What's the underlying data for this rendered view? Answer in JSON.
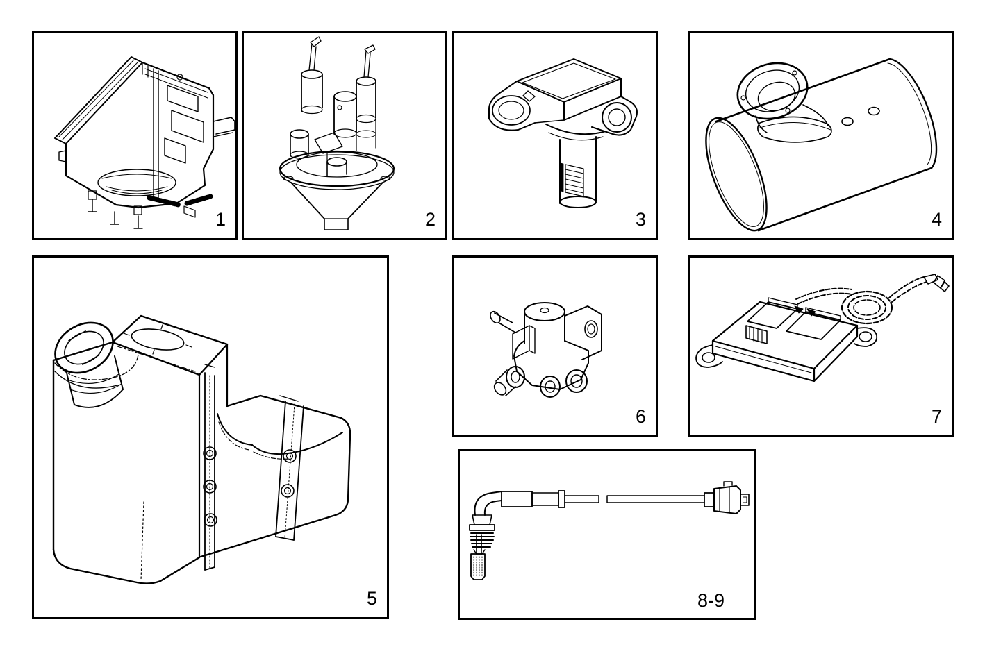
{
  "page": {
    "background": "#ffffff",
    "line_color": "#000000"
  },
  "panels": [
    {
      "label": "1",
      "icon": "control-unit-assembly-drawing"
    },
    {
      "label": "2",
      "icon": "pump-unit-with-funnel-drawing"
    },
    {
      "label": "3",
      "icon": "sensor-with-connector-drawing"
    },
    {
      "label": "4",
      "icon": "cylindrical-silencer-drawing"
    },
    {
      "label": "5",
      "icon": "fluid-tank-drawing"
    },
    {
      "label": "6",
      "icon": "valve-drawing"
    },
    {
      "label": "7",
      "icon": "control-module-with-cable-drawing"
    },
    {
      "label": "8-9",
      "icon": "temperature-sensor-lead-drawing"
    }
  ]
}
